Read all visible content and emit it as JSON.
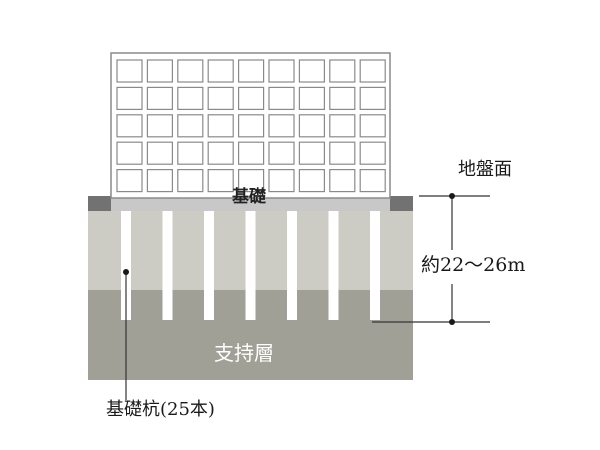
{
  "diagram": {
    "labels": {
      "foundation": "基礎",
      "ground_surface": "地盤面",
      "depth": "約22〜26m",
      "bearing_layer": "支持層",
      "piles": "基礎杭(25本)"
    },
    "building": {
      "window_columns": 9,
      "window_rows": 5
    },
    "visible_pile_count": 7,
    "colors": {
      "upper_soil": "#cccbc4",
      "bearing_layer": "#a0a096",
      "foundation_slab": "#c8c8c8",
      "slab_edge": "#727272",
      "building_outline": "#8a8a8a",
      "building_fill": "#ffffff",
      "pile": "#ffffff",
      "leader_line": "#333333"
    }
  }
}
